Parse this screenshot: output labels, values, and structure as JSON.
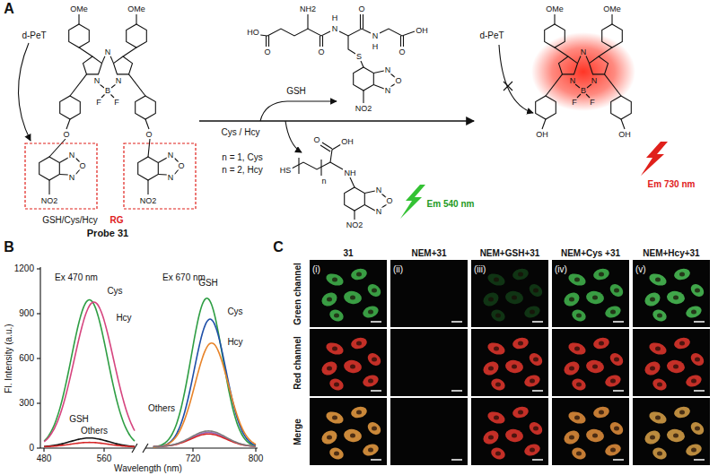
{
  "diagram": {
    "nodes": [
      {
        "text": [
          "(i)"
        ]
      },
      {
        "text": [
          "(ii)"
        ]
      },
      {
        "text": [
          "(iii)"
        ]
      },
      {
        "text": [
          "(iv)"
        ]
      },
      {
        "text": [
          "(v)"
        ]
      }
    ],
    "labels": [
      "A",
      "d-PeT",
      "OMe",
      "OMe",
      "N",
      "N",
      "N",
      "B",
      "F",
      "F",
      "O",
      "O",
      "N",
      "O",
      "N",
      "NO2",
      "N",
      "O",
      "N",
      "NO2",
      "GSH/Cys/Hcy",
      "RG",
      "Probe 31",
      "HO",
      "O",
      "NH2",
      "O",
      "N",
      "H",
      "S",
      "O",
      "N",
      "H",
      "O",
      "OH",
      "N",
      "O",
      "N",
      "NO2",
      "GSH",
      "Cys / Hcy",
      "n = 1, Cys",
      "n = 2, Hcy",
      "O",
      "OH",
      "HS",
      "n",
      "NH",
      "N",
      "O",
      "N",
      "NO2",
      "Em 540 nm",
      "d-PeT",
      "OMe",
      "OMe",
      "N",
      "N",
      "N",
      "B",
      "F",
      "F",
      "OH",
      "OH",
      "Em 730 nm",
      "B",
      "Fl. Intensity (a.u.)",
      "1200",
      "900",
      "600",
      "300",
      "0",
      "480",
      "560",
      "720",
      "800",
      "Wavelength (nm)",
      "Ex 470 nm",
      "Ex 670 nm",
      "Cys",
      "Hcy",
      "GSH",
      "Others",
      "GSH",
      "Cys",
      "Hcy",
      "Others",
      "C",
      "31",
      "NEM+31",
      "NEM+GSH+31",
      "NEM+Cys +31",
      "NEM+Hcy+31",
      "Green channel",
      "Red channel",
      "Merge"
    ]
  }
}
